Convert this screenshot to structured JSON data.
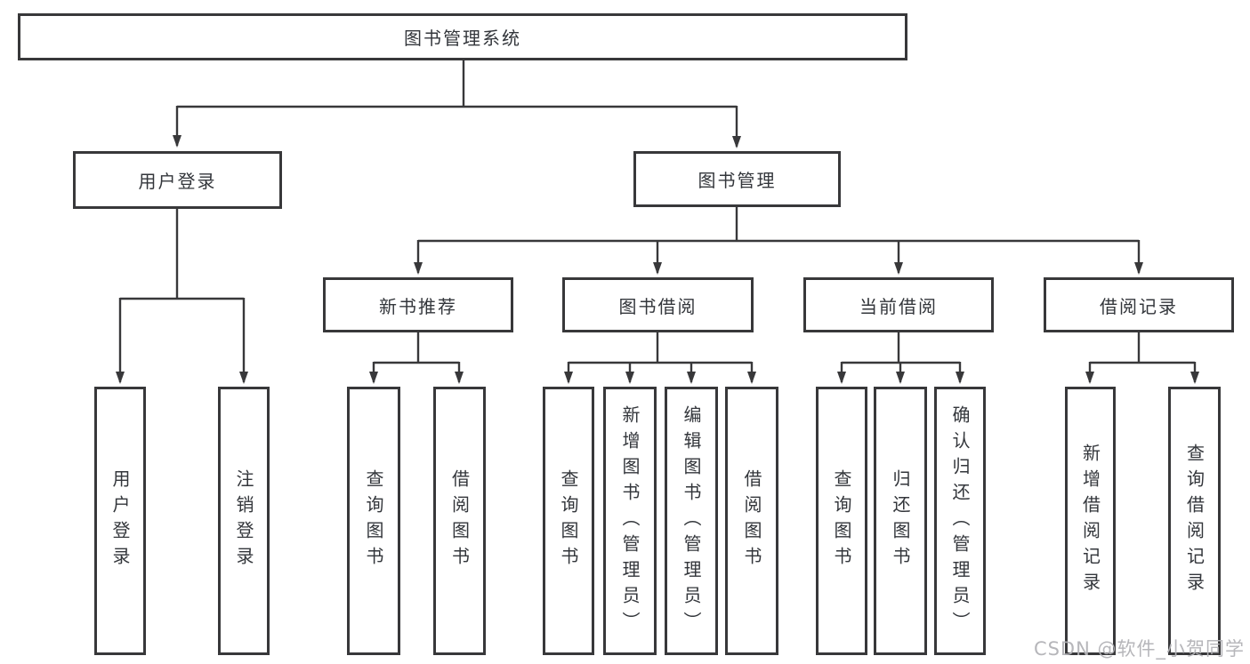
{
  "tree": {
    "root": "图书管理系统",
    "branches": [
      {
        "label": "用户登录",
        "children": [
          "用户登录",
          "注销登录"
        ]
      },
      {
        "label": "图书管理",
        "children": [
          {
            "label": "新书推荐",
            "children": [
              "查询图书",
              "借阅图书"
            ]
          },
          {
            "label": "图书借阅",
            "children": [
              "查询图书",
              "新增图书（管理员）",
              "编辑图书（管理员）",
              "借阅图书"
            ]
          },
          {
            "label": "当前借阅",
            "children": [
              "查询图书",
              "归还图书",
              "确认归还（管理员）"
            ]
          },
          {
            "label": "借阅记录",
            "children": [
              "新增借阅记录",
              "查询借阅记录"
            ]
          }
        ]
      }
    ]
  },
  "watermark": {
    "text": "CSDN @软件_小贺同学"
  },
  "colors": {
    "line": "#38383a",
    "box_border": "#38383a",
    "text": "#33363b",
    "watermark": "#b2b2b6",
    "background": "#ffffff"
  }
}
